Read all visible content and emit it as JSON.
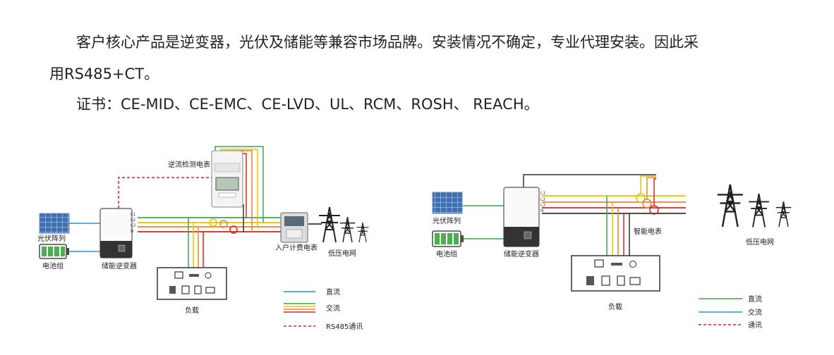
{
  "text": {
    "line1": "客户核心产品是逆变器，光伏及储能等兼容市场品牌。安装情况不确定，专业代理安装。因此采",
    "line2": "用RS485+CT。",
    "line3": "证书：CE-MID、CE-EMC、CE-LVD、UL、RCM、ROSH、 REACH。"
  },
  "colors": {
    "dc": "#2f8fd4",
    "green": "#3aa94a",
    "yellow": "#e8c200",
    "orange": "#e8862a",
    "red": "#e02020",
    "dark": "#333333",
    "comm": "#e02020"
  },
  "diagram_left": {
    "pv_label": "光伏阵列",
    "battery_label": "电池组",
    "inverter_label": "储能逆变器",
    "meter_label": "逆流检测电表",
    "home_meter_label": "入户计费电表",
    "grid_label": "低压电网",
    "load_label": "负载",
    "phase_labels": [
      "L1",
      "L2",
      "L3",
      "N"
    ],
    "legend": [
      {
        "label": "直流"
      },
      {
        "label": "交流"
      },
      {
        "label": "RS485通讯"
      }
    ]
  },
  "diagram_right": {
    "pv_label": "光伏阵列",
    "battery_label": "电池组",
    "inverter_label": "储能逆变器",
    "meter_label": "智能电表",
    "grid_label": "低压电网",
    "load_label": "负载",
    "phase_labels": [
      "L1",
      "L2",
      "L3",
      "N"
    ],
    "legend": [
      {
        "label": "直流"
      },
      {
        "label": "交流"
      },
      {
        "label": "通讯"
      }
    ]
  }
}
